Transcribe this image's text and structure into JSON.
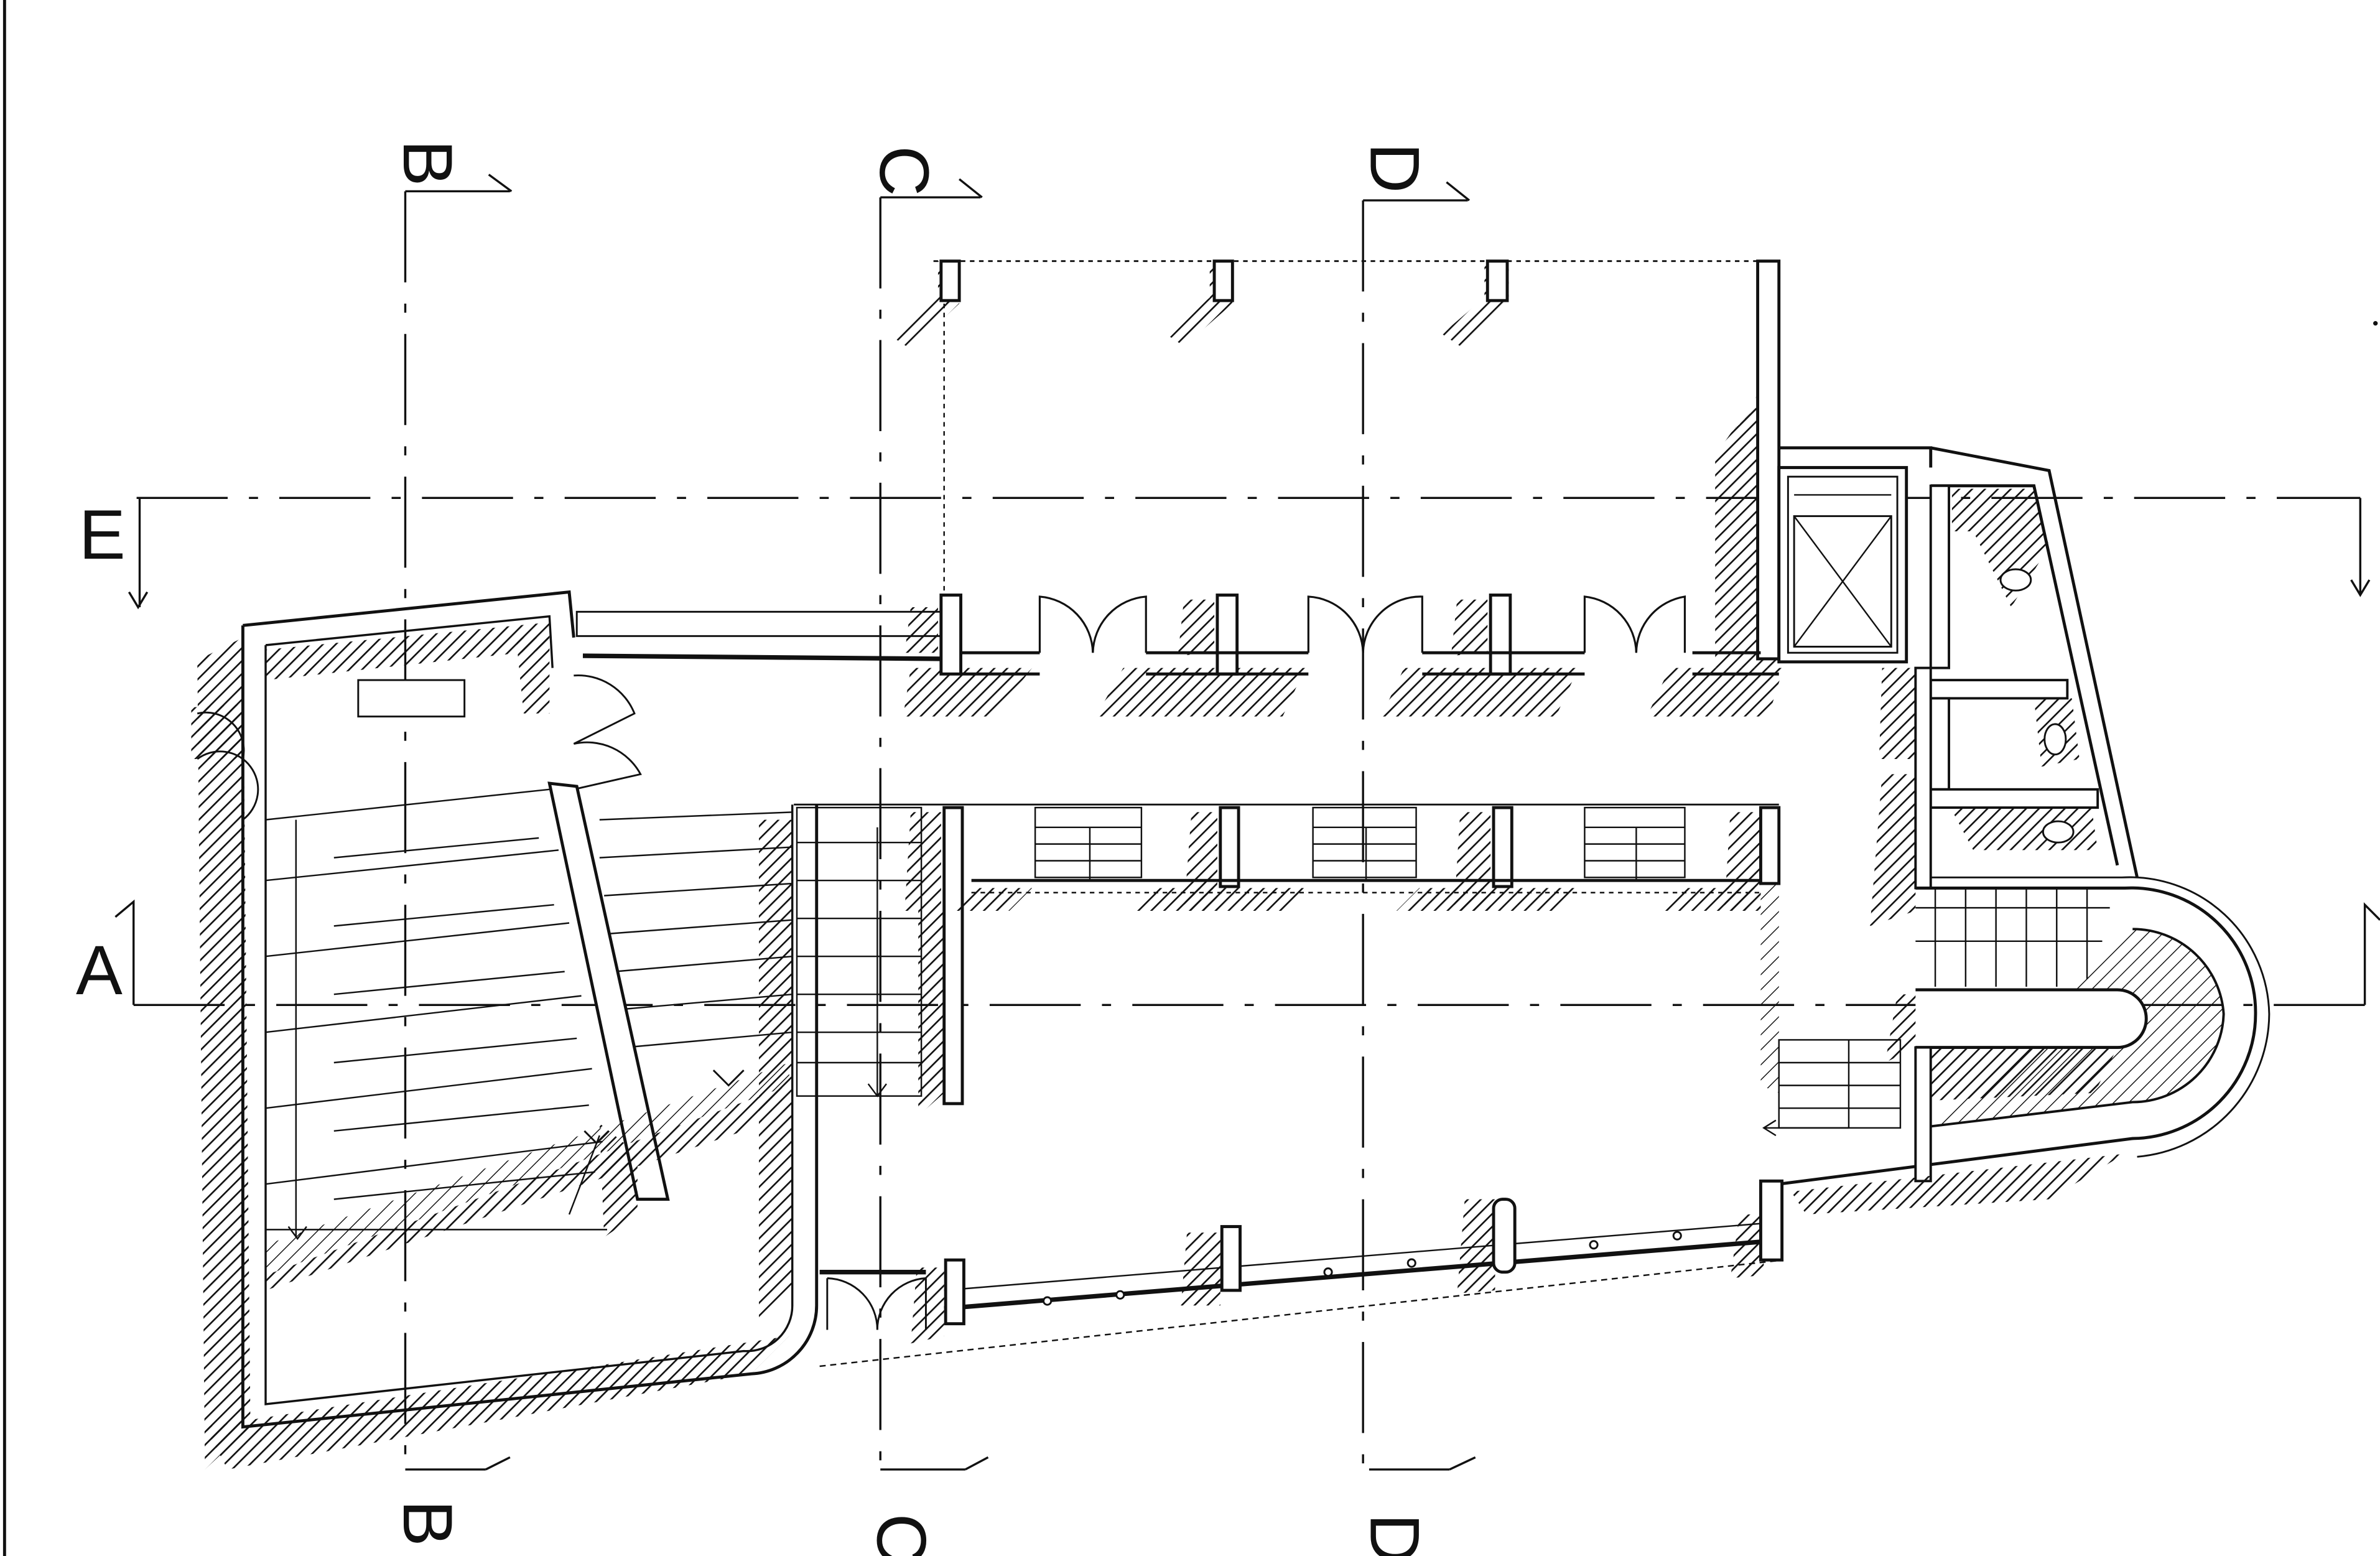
{
  "section_markers": {
    "A": "A",
    "E": "E",
    "B_top": "B",
    "B_bottom": "B",
    "C_top": "C",
    "C_bottom": "C",
    "D_top": "D",
    "D_bottom": "D"
  },
  "colors": {
    "ink": "#111111",
    "paper": "#ffffff"
  }
}
